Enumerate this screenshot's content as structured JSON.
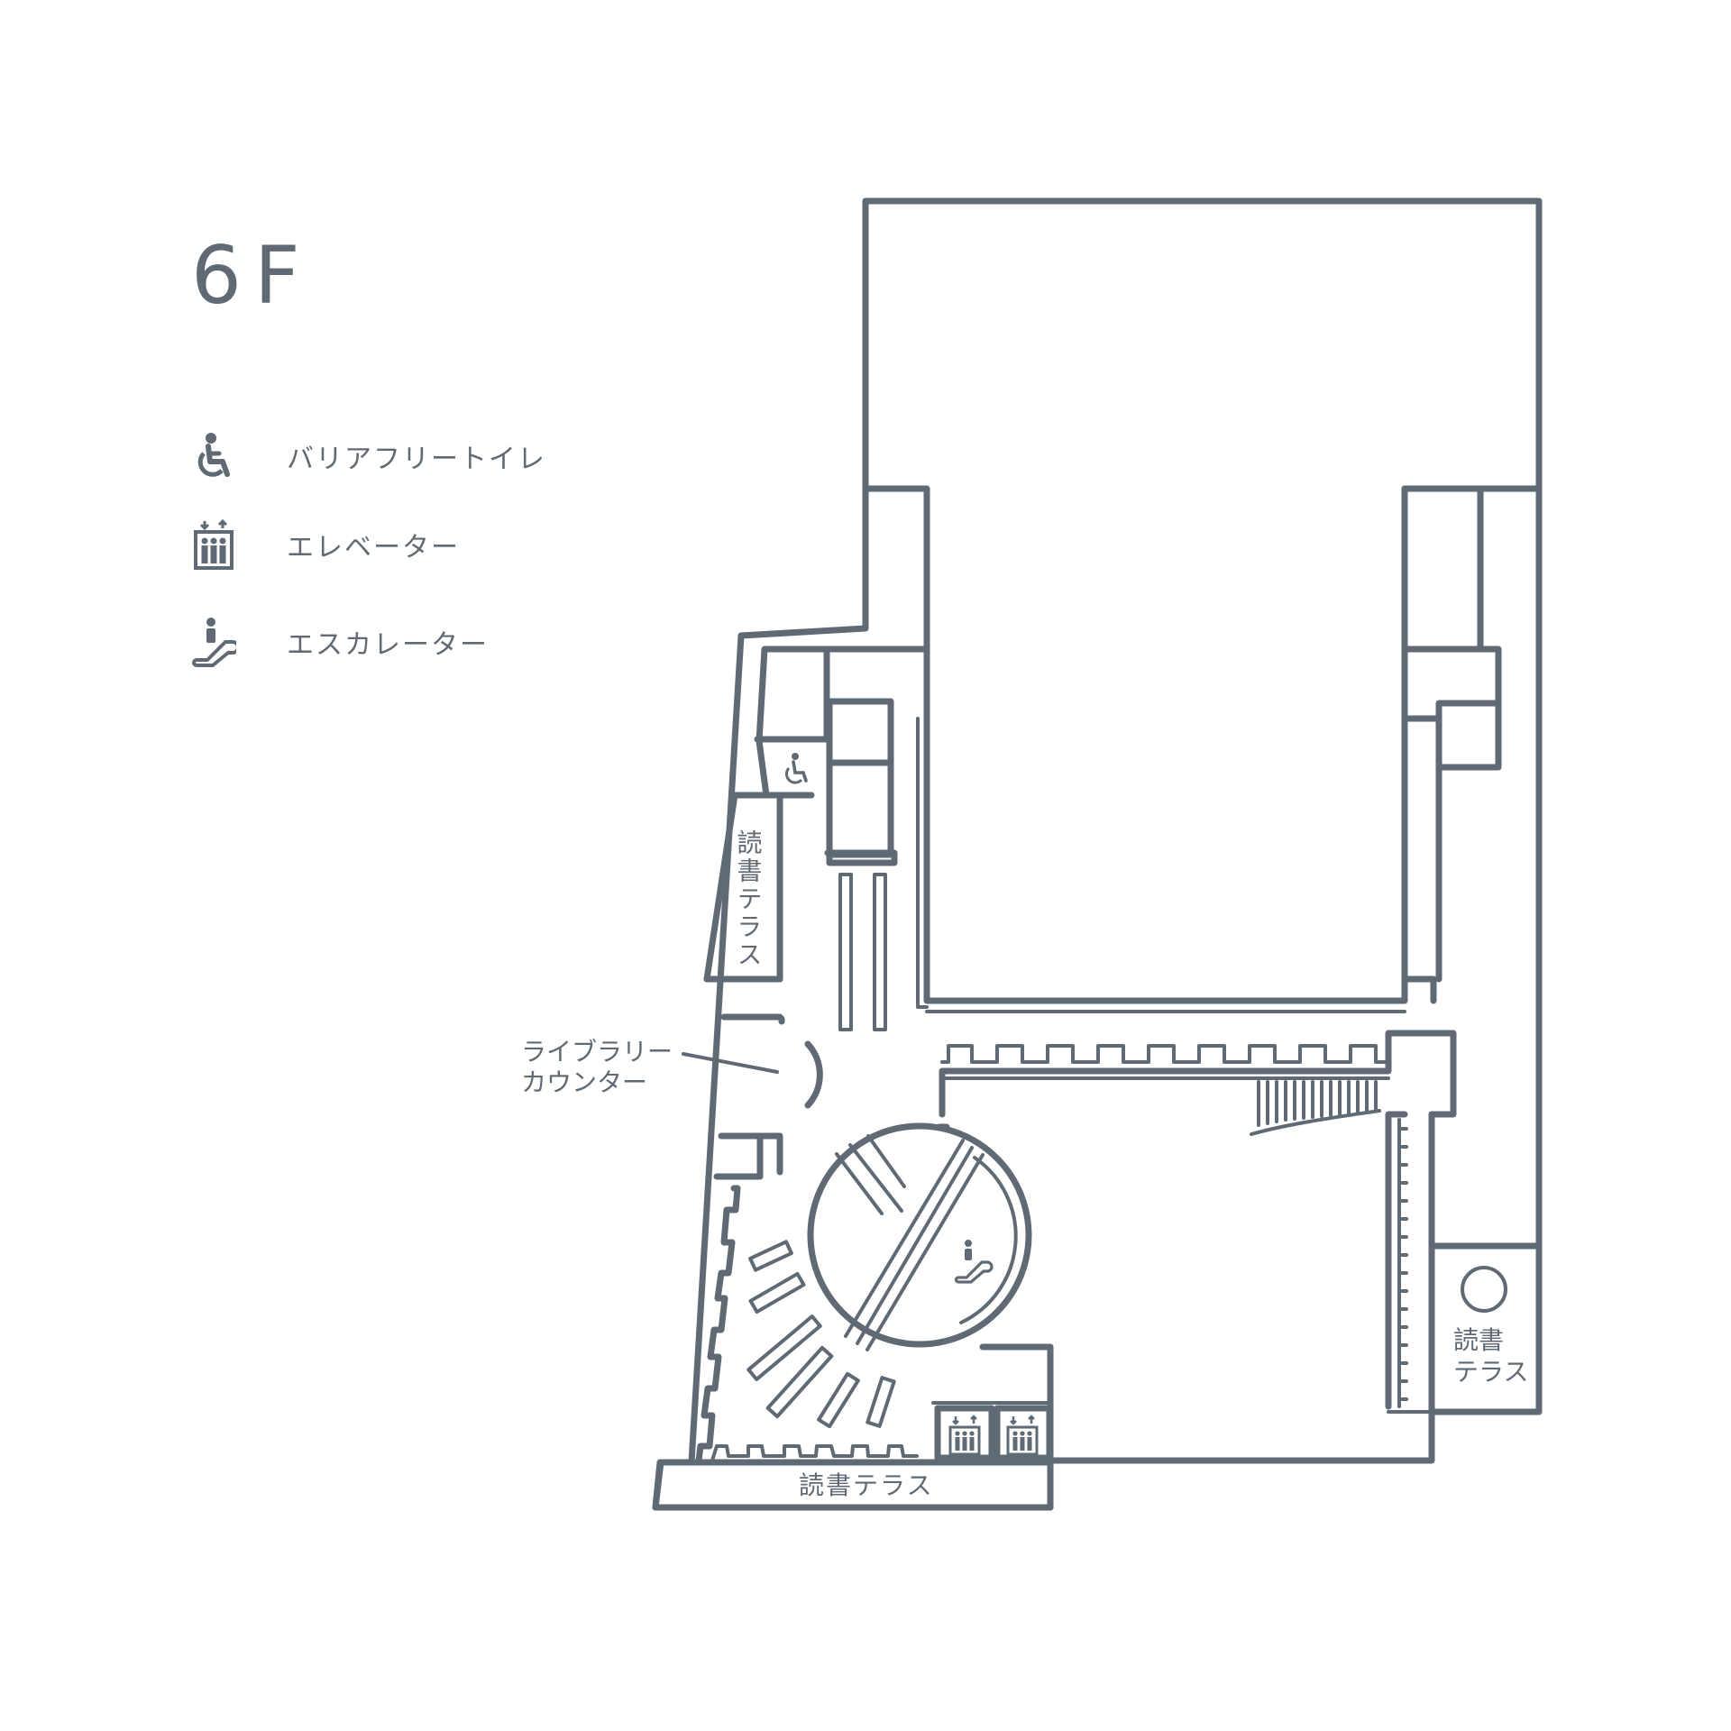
{
  "floor": "6F",
  "legend": [
    {
      "icon": "wheelchair-icon",
      "label": "バリアフリートイレ"
    },
    {
      "icon": "elevator-icon",
      "label": "エレベーター"
    },
    {
      "icon": "escalator-icon",
      "label": "エスカレーター"
    }
  ],
  "map_labels": {
    "terrace_left": "読書テラス",
    "terrace_right_line1": "読書",
    "terrace_right_line2": "テラス",
    "terrace_bottom": "読書テラス",
    "library_counter_line1": "ライブラリー",
    "library_counter_line2": "カウンター"
  },
  "colors": {
    "line": "#5f6a74",
    "background": "#ffffff"
  }
}
